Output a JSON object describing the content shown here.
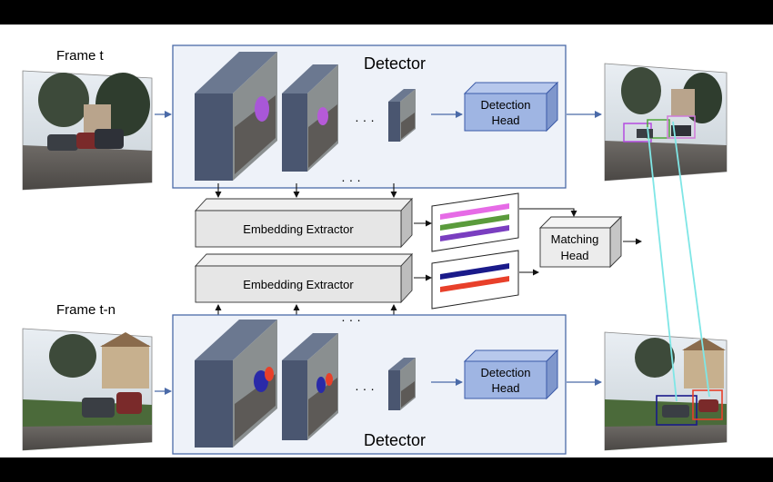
{
  "frames": {
    "top_label": "Frame t",
    "bottom_label": "Frame t-n"
  },
  "detector_top": {
    "title": "Detector",
    "head_line1": "Detection",
    "head_line2": "Head",
    "ellipsis_inner": "· · ·",
    "ellipsis_below": "· · ·"
  },
  "detector_bottom": {
    "title": "Detector",
    "head_line1": "Detection",
    "head_line2": "Head",
    "ellipsis_inner": "· · ·",
    "ellipsis_above": "· · ·"
  },
  "embedding_top": {
    "label": "Embedding Extractor"
  },
  "embedding_bottom": {
    "label": "Embedding Extractor"
  },
  "matching_head": {
    "line1": "Matching",
    "line2": "Head"
  },
  "colors": {
    "panel_fill": "#eef2f9",
    "panel_stroke": "#4a6aa8",
    "block_front": "#4a5670",
    "block_top": "#6b7890",
    "head_fill": "#9fb5e3",
    "head_stroke": "#3b5aa8",
    "extractor_fill": "#e6e6e6",
    "embed_magenta": "#e66be6",
    "embed_green": "#5a9b3c",
    "embed_purple": "#7a3ec0",
    "embed_navy": "#1a1a8a",
    "embed_red": "#e8402a",
    "match_line": "#7fe6e6"
  }
}
